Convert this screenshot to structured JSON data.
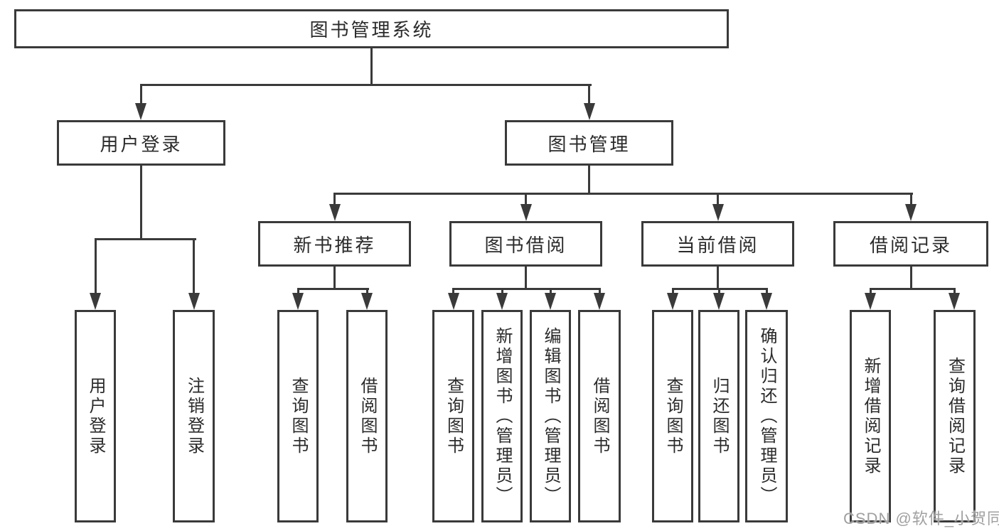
{
  "tree": {
    "root": "图书管理系统",
    "branches": [
      {
        "label": "用户登录",
        "children": [
          {
            "label": "用户登录"
          },
          {
            "label": "注销登录"
          }
        ]
      },
      {
        "label": "图书管理",
        "children": [
          {
            "label": "新书推荐",
            "children": [
              {
                "label": "查询图书"
              },
              {
                "label": "借阅图书"
              }
            ]
          },
          {
            "label": "图书借阅",
            "children": [
              {
                "label": "查询图书"
              },
              {
                "label": "新增图书（管理员）"
              },
              {
                "label": "编辑图书（管理员）"
              },
              {
                "label": "借阅图书"
              }
            ]
          },
          {
            "label": "当前借阅",
            "children": [
              {
                "label": "查询图书"
              },
              {
                "label": "归还图书"
              },
              {
                "label": "确认归还（管理员）"
              }
            ]
          },
          {
            "label": "借阅记录",
            "children": [
              {
                "label": "新增借阅记录"
              },
              {
                "label": "查询借阅记录"
              }
            ]
          }
        ]
      }
    ]
  },
  "watermark": {
    "text": "CSDN @软件_小贺同学"
  },
  "colors": {
    "line": "#3a3a3a",
    "text": "#2b2b2b",
    "watermark": "#a0a0a0",
    "background": "#ffffff"
  }
}
